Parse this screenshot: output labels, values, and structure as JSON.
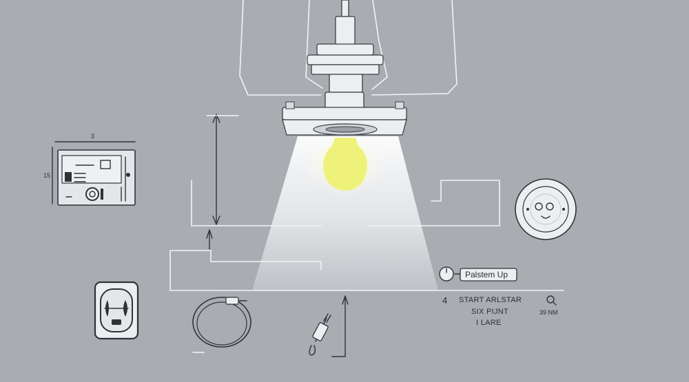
{
  "callout": {
    "label": "Palstem Up"
  },
  "caption": {
    "number": "4",
    "line1": "START ARLSTAR",
    "line2": "SIX PIJNT",
    "line3": "I LARE",
    "side_value": "39 NM"
  },
  "panel": {
    "dim_top": "3",
    "dim_left": "15"
  },
  "colors": {
    "background": "#a9adb2",
    "line": "#f3f4f6",
    "ink": "#2f3338",
    "bulb": "#eef27a",
    "beam": "#ffffff"
  },
  "icons": [
    "pendant-lamp-icon",
    "light-bulb-icon",
    "control-panel-icon",
    "speaker-dial-icon",
    "outlet-icon",
    "cable-coil-icon",
    "plug-icon",
    "magnifier-icon",
    "knob-icon"
  ]
}
